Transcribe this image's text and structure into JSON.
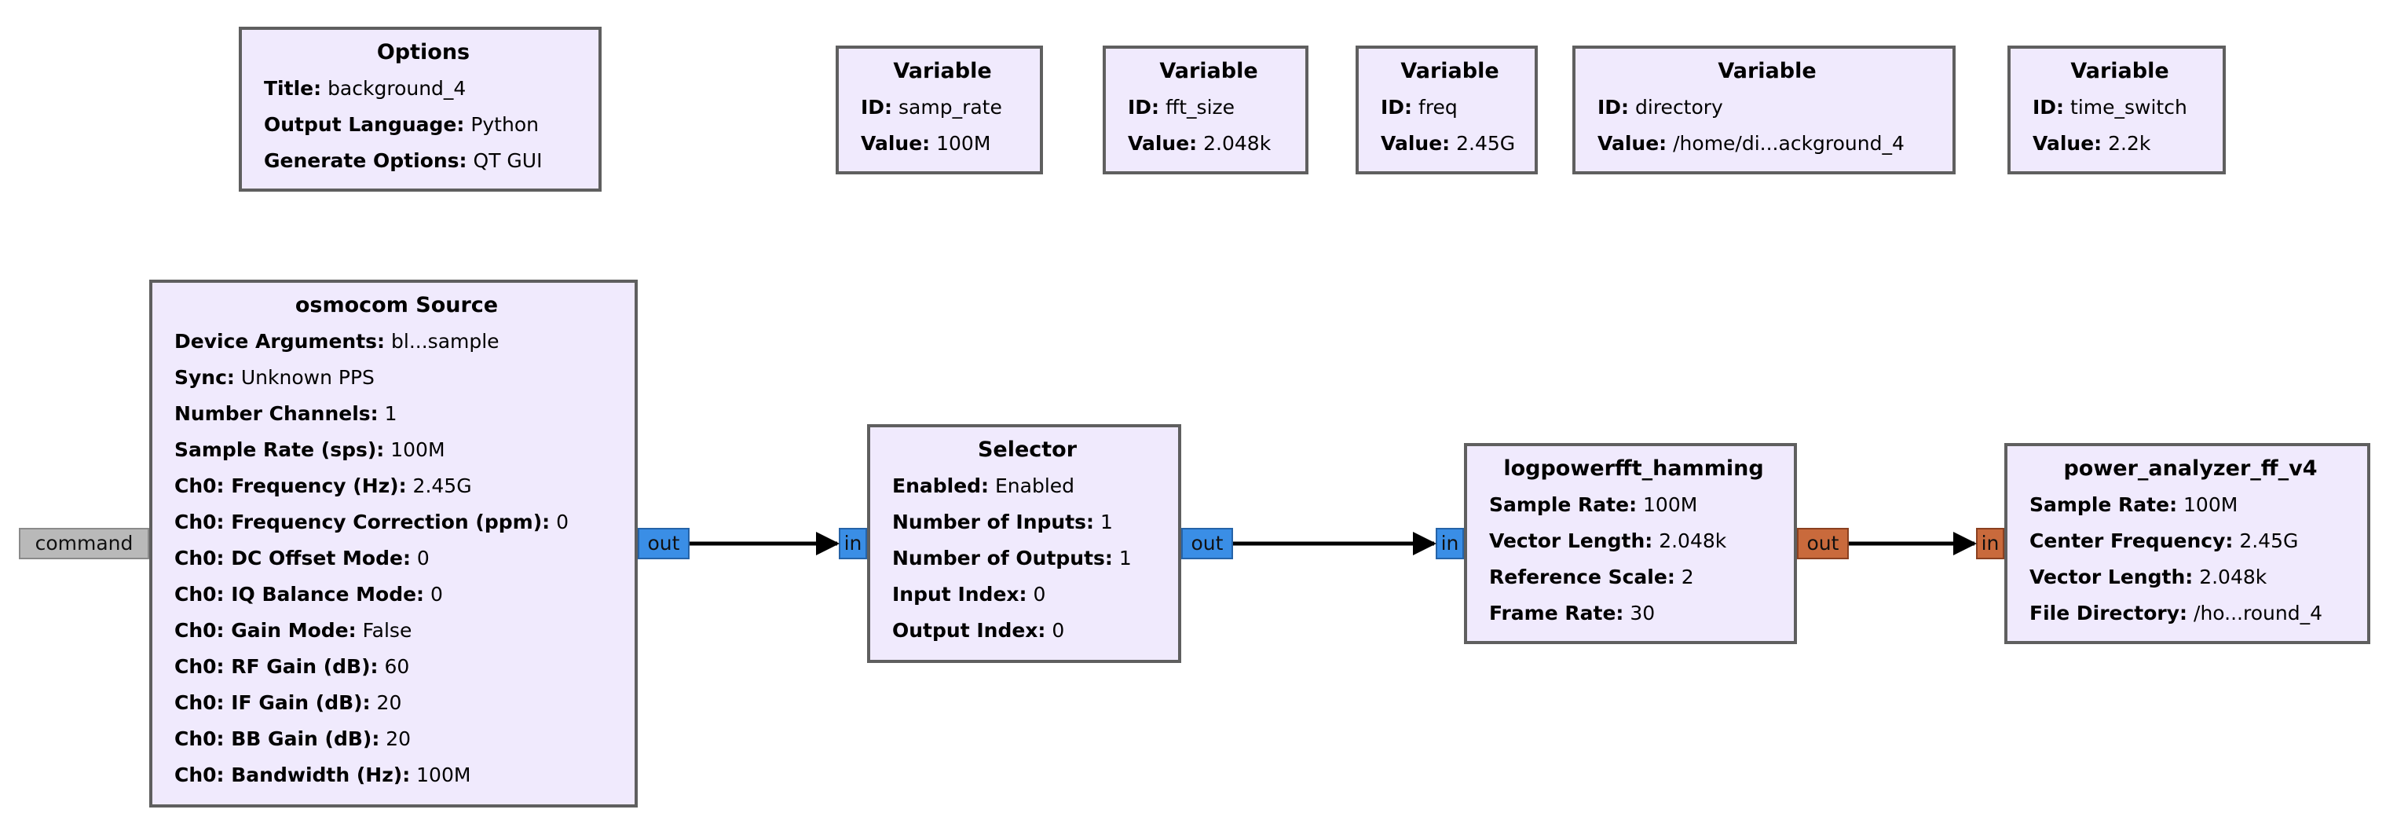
{
  "options": {
    "title": "Options",
    "params": [
      {
        "k": "Title:",
        "v": "background_4"
      },
      {
        "k": "Output Language:",
        "v": "Python"
      },
      {
        "k": "Generate Options:",
        "v": "QT GUI"
      }
    ]
  },
  "variables": [
    {
      "title": "Variable",
      "id_k": "ID:",
      "id_v": "samp_rate",
      "val_k": "Value:",
      "val_v": "100M"
    },
    {
      "title": "Variable",
      "id_k": "ID:",
      "id_v": "fft_size",
      "val_k": "Value:",
      "val_v": "2.048k"
    },
    {
      "title": "Variable",
      "id_k": "ID:",
      "id_v": "freq",
      "val_k": "Value:",
      "val_v": "2.45G"
    },
    {
      "title": "Variable",
      "id_k": "ID:",
      "id_v": "directory",
      "val_k": "Value:",
      "val_v": "/home/di...ackground_4"
    },
    {
      "title": "Variable",
      "id_k": "ID:",
      "id_v": "time_switch",
      "val_k": "Value:",
      "val_v": "2.2k"
    }
  ],
  "osmocom": {
    "title": "osmocom Source",
    "params": [
      {
        "k": "Device Arguments:",
        "v": "bl...sample"
      },
      {
        "k": "Sync:",
        "v": "Unknown PPS"
      },
      {
        "k": "Number Channels:",
        "v": "1"
      },
      {
        "k": "Sample Rate (sps):",
        "v": "100M"
      },
      {
        "k": "Ch0: Frequency (Hz):",
        "v": "2.45G"
      },
      {
        "k": "Ch0: Frequency Correction (ppm):",
        "v": "0"
      },
      {
        "k": "Ch0: DC Offset Mode:",
        "v": "0"
      },
      {
        "k": "Ch0: IQ Balance Mode:",
        "v": "0"
      },
      {
        "k": "Ch0: Gain Mode:",
        "v": "False"
      },
      {
        "k": "Ch0: RF Gain (dB):",
        "v": "60"
      },
      {
        "k": "Ch0: IF Gain (dB):",
        "v": "20"
      },
      {
        "k": "Ch0: BB Gain (dB):",
        "v": "20"
      },
      {
        "k": "Ch0: Bandwidth (Hz):",
        "v": "100M"
      }
    ]
  },
  "selector": {
    "title": "Selector",
    "params": [
      {
        "k": "Enabled:",
        "v": "Enabled"
      },
      {
        "k": "Number of Inputs:",
        "v": "1"
      },
      {
        "k": "Number of Outputs:",
        "v": "1"
      },
      {
        "k": "Input Index:",
        "v": "0"
      },
      {
        "k": "Output Index:",
        "v": "0"
      }
    ]
  },
  "logpower": {
    "title": "logpowerfft_hamming",
    "params": [
      {
        "k": "Sample Rate:",
        "v": "100M"
      },
      {
        "k": "Vector Length:",
        "v": "2.048k"
      },
      {
        "k": "Reference Scale:",
        "v": "2"
      },
      {
        "k": "Frame Rate:",
        "v": "30"
      }
    ]
  },
  "analyzer": {
    "title": "power_analyzer_ff_v4",
    "params": [
      {
        "k": "Sample Rate:",
        "v": "100M"
      },
      {
        "k": "Center Frequency:",
        "v": "2.45G"
      },
      {
        "k": "Vector Length:",
        "v": "2.048k"
      },
      {
        "k": "File Directory:",
        "v": "/ho...round_4"
      }
    ]
  },
  "ports": {
    "command": "command",
    "out": "out",
    "in": "in"
  },
  "colors": {
    "block_bg": "#f0eafd",
    "block_border": "#5f5f5f",
    "complex_port": "#3a8ee6",
    "float_port": "#c96a3c",
    "message_port": "#b9b9b9"
  }
}
